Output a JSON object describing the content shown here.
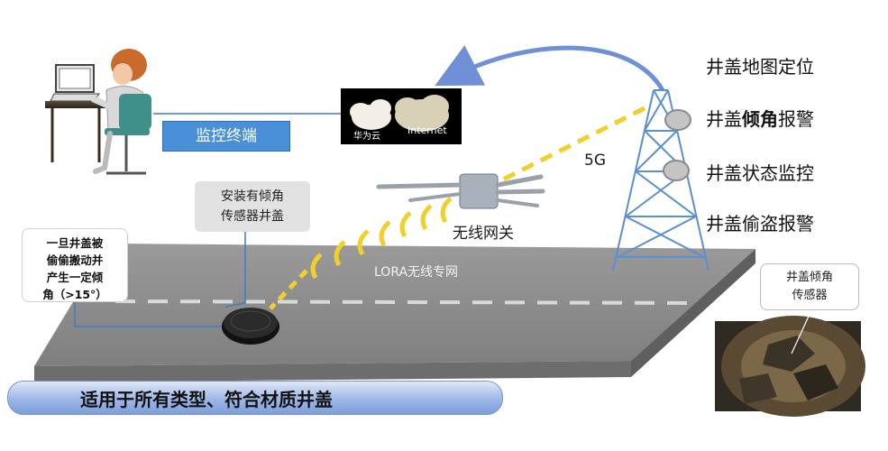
{
  "terminal_label": "监控终端",
  "cloud": {
    "brand": "华为云",
    "internet": "Internet"
  },
  "gateway_label": "无线网关",
  "fiveg_label": "5G",
  "lora_label": "LORA无线专网",
  "sensor_callout": [
    "安装有倾角",
    "传感器井盖"
  ],
  "warning_callout": [
    "一旦井盖被",
    "偷偷搬动并",
    "产生一定倾",
    "角（>15°）"
  ],
  "features": {
    "map": "井盖地图定位",
    "tilt_prefix": "井盖",
    "tilt_bold": "倾角",
    "tilt_suffix": "报警",
    "status": "井盖状态监控",
    "theft": "井盖偷盗报警"
  },
  "photo_callout": [
    "井盖倾角",
    "传感器"
  ],
  "banner": "适用于所有类型、符合材质井盖",
  "colors": {
    "road": "#8c8c8c",
    "signal": "#f2d02b",
    "terminal": "#4a90d9",
    "arrow": "#6f8fd6"
  }
}
